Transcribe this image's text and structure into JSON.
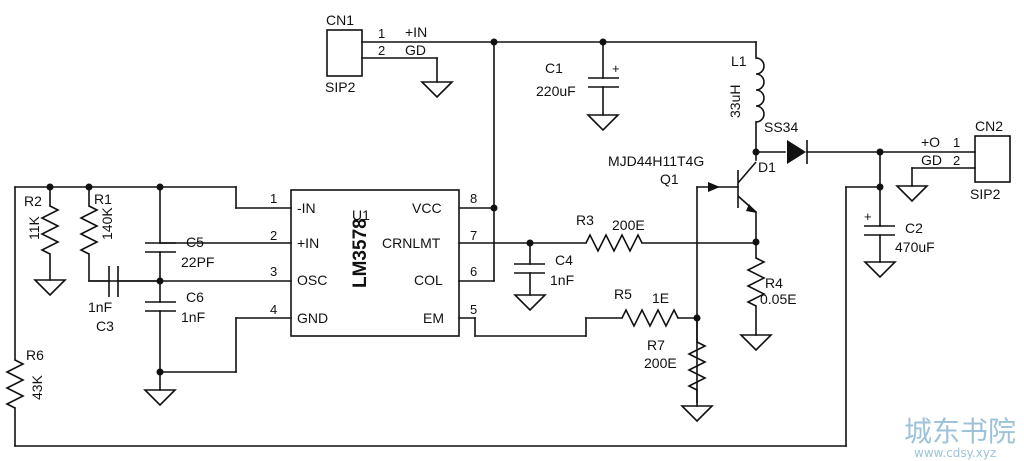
{
  "connectors": {
    "cn1": {
      "ref": "CN1",
      "type": "SIP2",
      "pin1_num": "1",
      "pin1_net": "+IN",
      "pin2_num": "2",
      "pin2_net": "GD"
    },
    "cn2": {
      "ref": "CN2",
      "type": "SIP2",
      "pin1_num": "1",
      "pin1_net": "+O",
      "pin2_num": "2",
      "pin2_net": "GD"
    }
  },
  "ic": {
    "name": "LM3578",
    "ref": "U1",
    "pins": {
      "p1": {
        "num": "1",
        "name": "-IN"
      },
      "p2": {
        "num": "2",
        "name": "+IN"
      },
      "p3": {
        "num": "3",
        "name": "OSC"
      },
      "p4": {
        "num": "4",
        "name": "GND"
      },
      "p5": {
        "num": "5",
        "name": "EM"
      },
      "p6": {
        "num": "6",
        "name": "COL"
      },
      "p7": {
        "num": "7",
        "name": "CRNLMT"
      },
      "p8": {
        "num": "8",
        "name": "VCC"
      }
    }
  },
  "components": {
    "r1": {
      "ref": "R1",
      "value": "140K"
    },
    "r2": {
      "ref": "R2",
      "value": "11K"
    },
    "r3": {
      "ref": "R3",
      "value": "200E"
    },
    "r4": {
      "ref": "R4",
      "value": "0.05E"
    },
    "r5": {
      "ref": "R5",
      "value": "1E"
    },
    "r6": {
      "ref": "R6",
      "value": "43K"
    },
    "r7": {
      "ref": "R7",
      "value": "200E"
    },
    "c1": {
      "ref": "C1",
      "value": "220uF",
      "polarity": "+"
    },
    "c2": {
      "ref": "C2",
      "value": "470uF",
      "polarity": "+"
    },
    "c3": {
      "ref": "C3",
      "value": "1nF"
    },
    "c4": {
      "ref": "C4",
      "value": "1nF"
    },
    "c5": {
      "ref": "C5",
      "value": "22PF"
    },
    "c6": {
      "ref": "C6",
      "value": "1nF"
    },
    "l1": {
      "ref": "L1",
      "value": "33uH"
    },
    "d1": {
      "ref": "D1",
      "value": "SS34"
    },
    "q1": {
      "ref": "Q1",
      "value": "MJD44H11T4G"
    }
  },
  "watermark": {
    "text": "城东书院",
    "url": "www.cdsy.xyz"
  }
}
